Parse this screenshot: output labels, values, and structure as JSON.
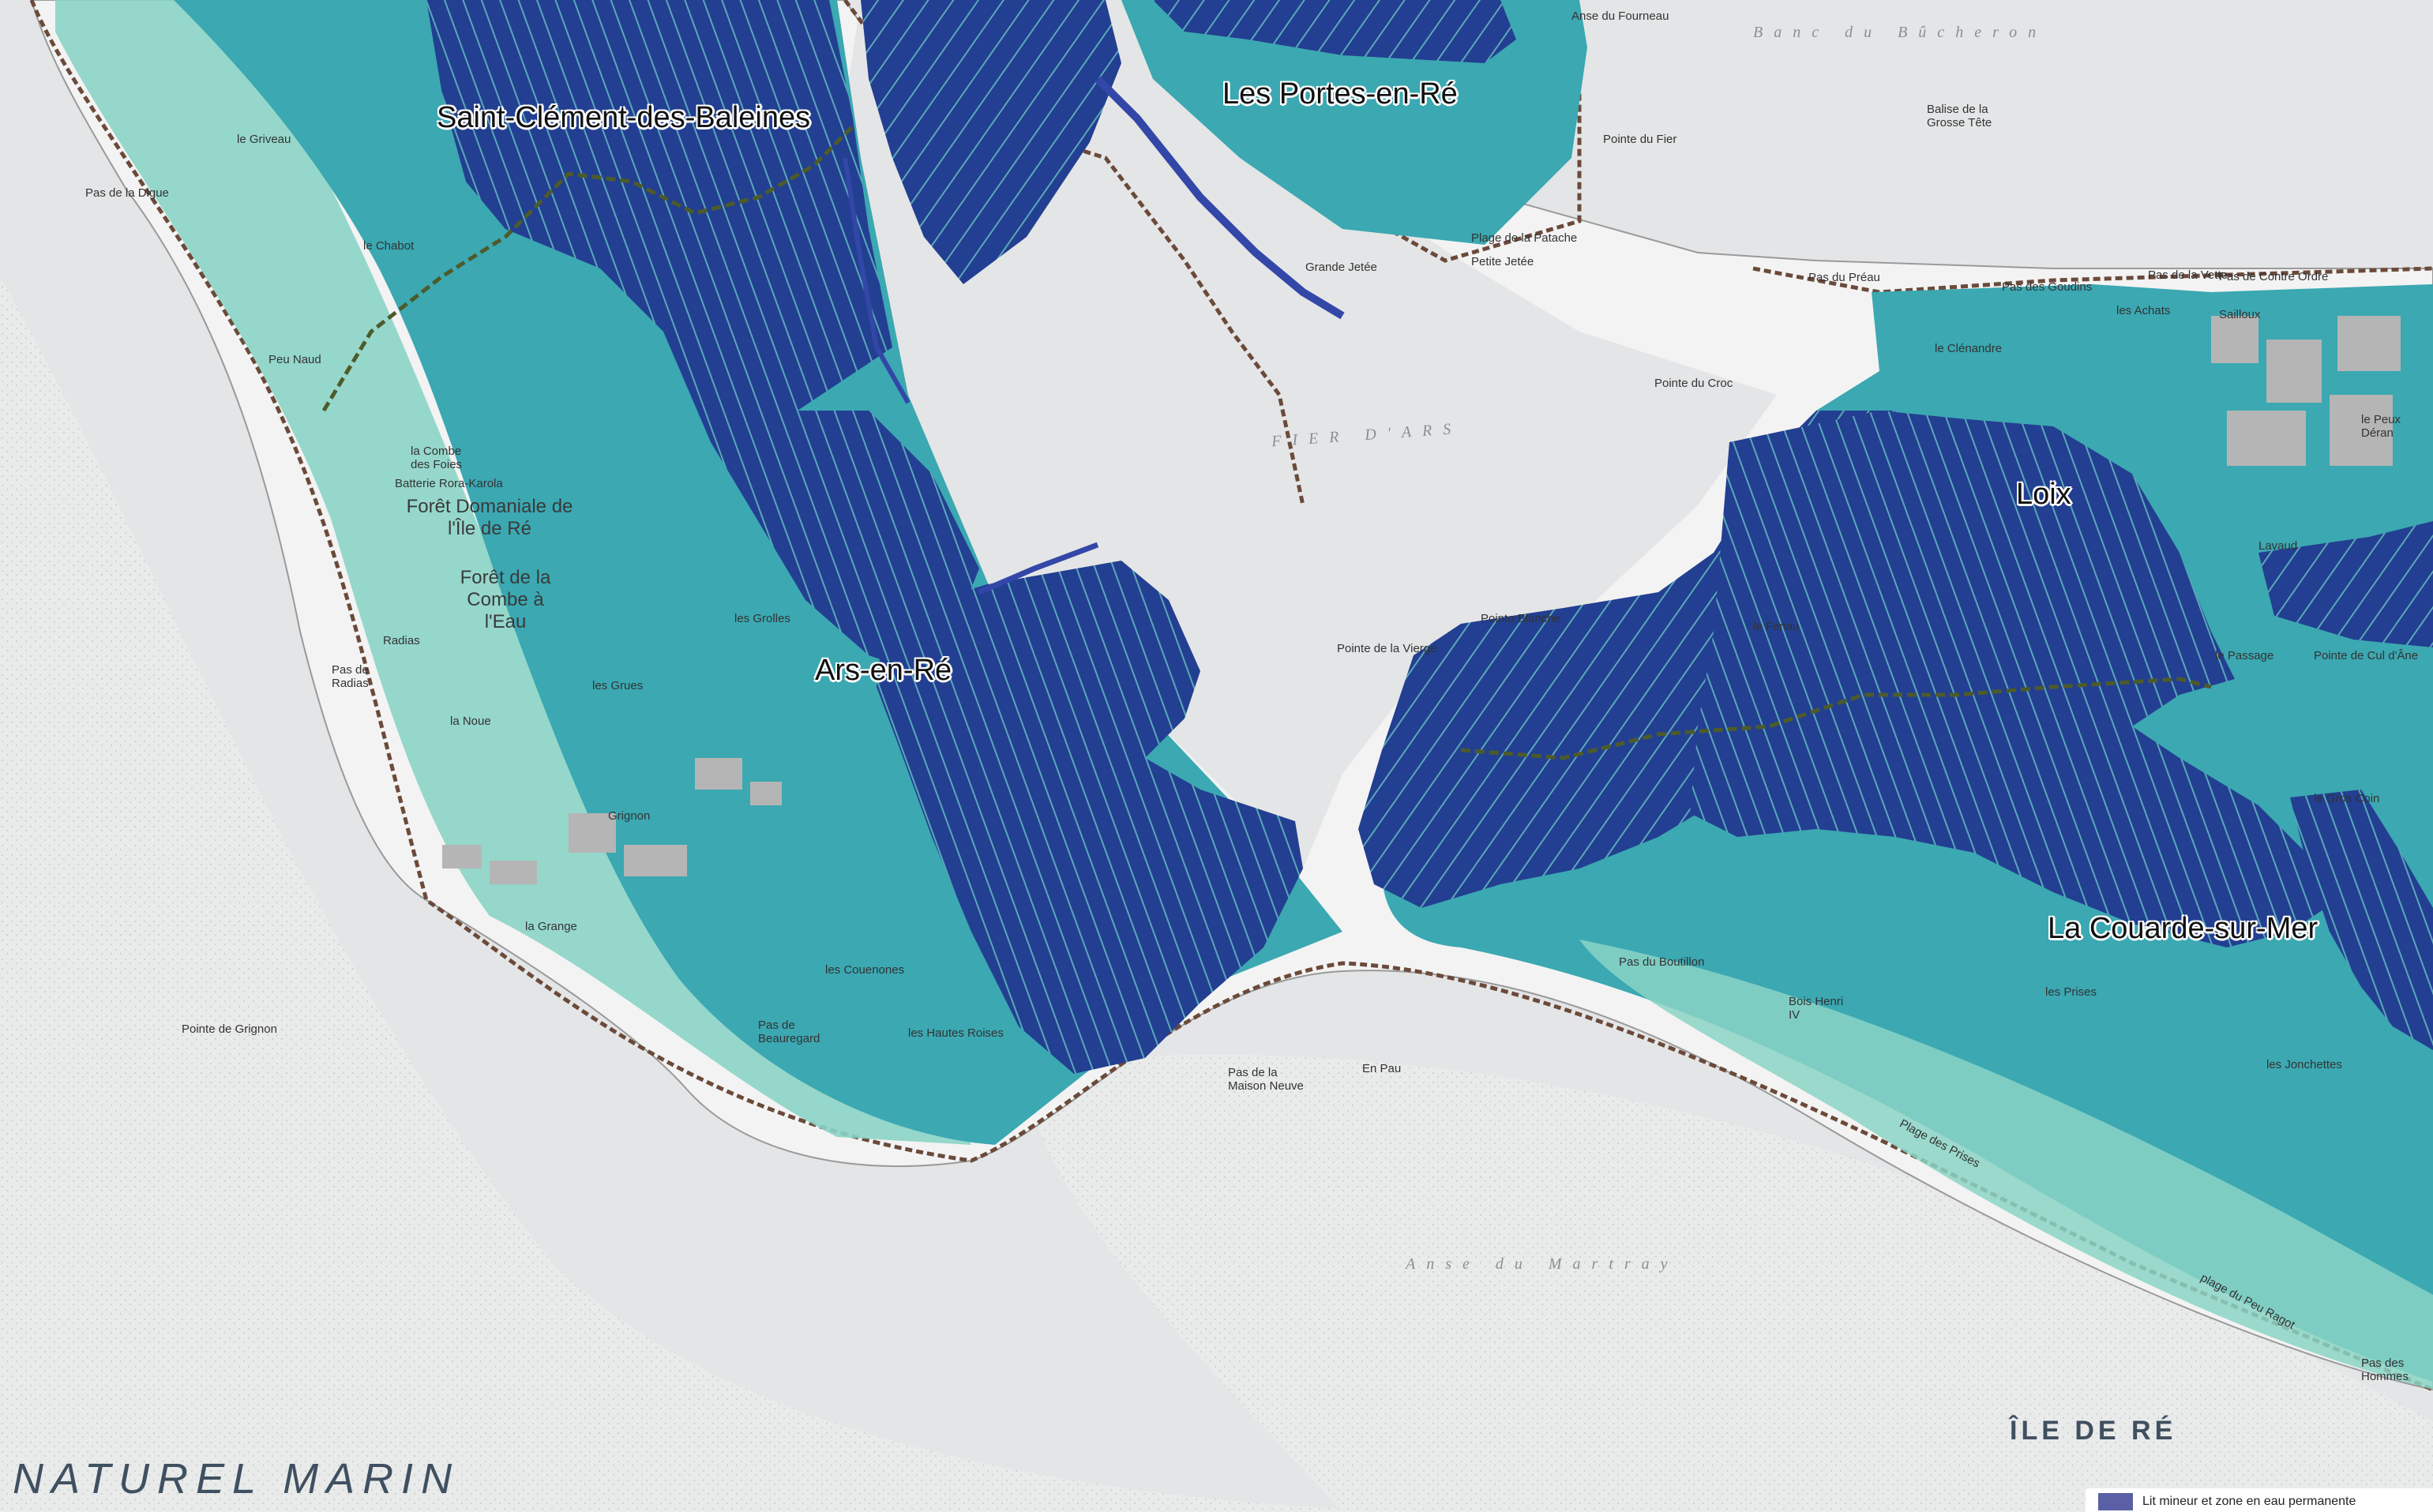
{
  "communes": {
    "saint_clement": "Saint-Clément-des-Baleines",
    "portes": "Les Portes-en-Ré",
    "ars": "Ars-en-Ré",
    "loix": "Loix",
    "couarde": "La Couarde-sur-Mer"
  },
  "places": {
    "griveau": "le Griveau",
    "chabot": "le Chabot",
    "peu_naud": "Peu Naud",
    "pas_digue": "Pas de la Digue",
    "combe_foies": "la Combe des Foies",
    "batterie": "Batterie Rora-Karola",
    "foret_domaniale": "Forêt Domaniale de l'Île de Ré",
    "foret_combe": "Forêt de la Combe à l'Eau",
    "radias": "Radias",
    "pas_radias": "Pas de Radias",
    "noue": "la Noue",
    "grignon": "Grignon",
    "la_grange": "la Grange",
    "pointe_grignon": "Pointe de Grignon",
    "pas_beauregard": "Pas de Beauregard",
    "les_grues": "les Grues",
    "les_grolles": "les Grolles",
    "couenones": "les Couenones",
    "hautes_roises": "les Hautes Roises",
    "maison_neuve": "Pas de la Maison Neuve",
    "en_pau": "En Pau",
    "pointe_vierge": "Pointe de la Vierge",
    "pointe_blanche": "Pointe Blanche",
    "pointe_croc": "Pointe du Croc",
    "pointe_fier": "Pointe du Fier",
    "grande_jetee": "Grande Jetée",
    "petite_jetee": "Petite Jetée",
    "patache": "Plage de la Patache",
    "pas_preau": "Pas du Préau",
    "pas_goudins": "Pas des Goudins",
    "pas_vette": "Pas de la Vette",
    "contre_ordre": "Pas de Contre Ordre",
    "sailloux": "Sailloux",
    "clenandre": "le Clénandre",
    "les_achats": "les Achats",
    "peux_deran": "le Peux Déran",
    "lavaud": "Lavaud",
    "passage": "le Passage",
    "cul_ane": "Pointe de Cul d'Âne",
    "gros_coin": "le Gros Coin",
    "le_fenau": "le Fenau",
    "pas_boutillon": "Pas du Boutillon",
    "bois_henri": "Bois Henri IV",
    "les_prises": "les Prises",
    "jonchettes": "les Jonchettes",
    "plage_prises": "Plage des Prises",
    "plage_peu_ragot": "plage du Peu Ragot",
    "pas_hommes": "Pas des Hommes",
    "grosse_tete": "Balise de la Grosse Tête",
    "anse_fourneau": "Anse du Fourneau"
  },
  "water_labels": {
    "fier": "FIER   D'ARS",
    "martray": "Anse   du   Martray",
    "bucheron": "Banc   du   Bûcheron"
  },
  "sea_label": "NATUREL   MARIN",
  "island_label": "ÎLE DE RÉ",
  "legend": {
    "label": "Lit mineur et zone en eau permanente",
    "color": "#5b5fa5"
  },
  "colors": {
    "marsh_dark": "#233f91",
    "flood_mid": "#3aa3ad",
    "flood_light": "#7fcfc4",
    "land": "#f2f2f2",
    "sea": "#e4e5e6"
  }
}
